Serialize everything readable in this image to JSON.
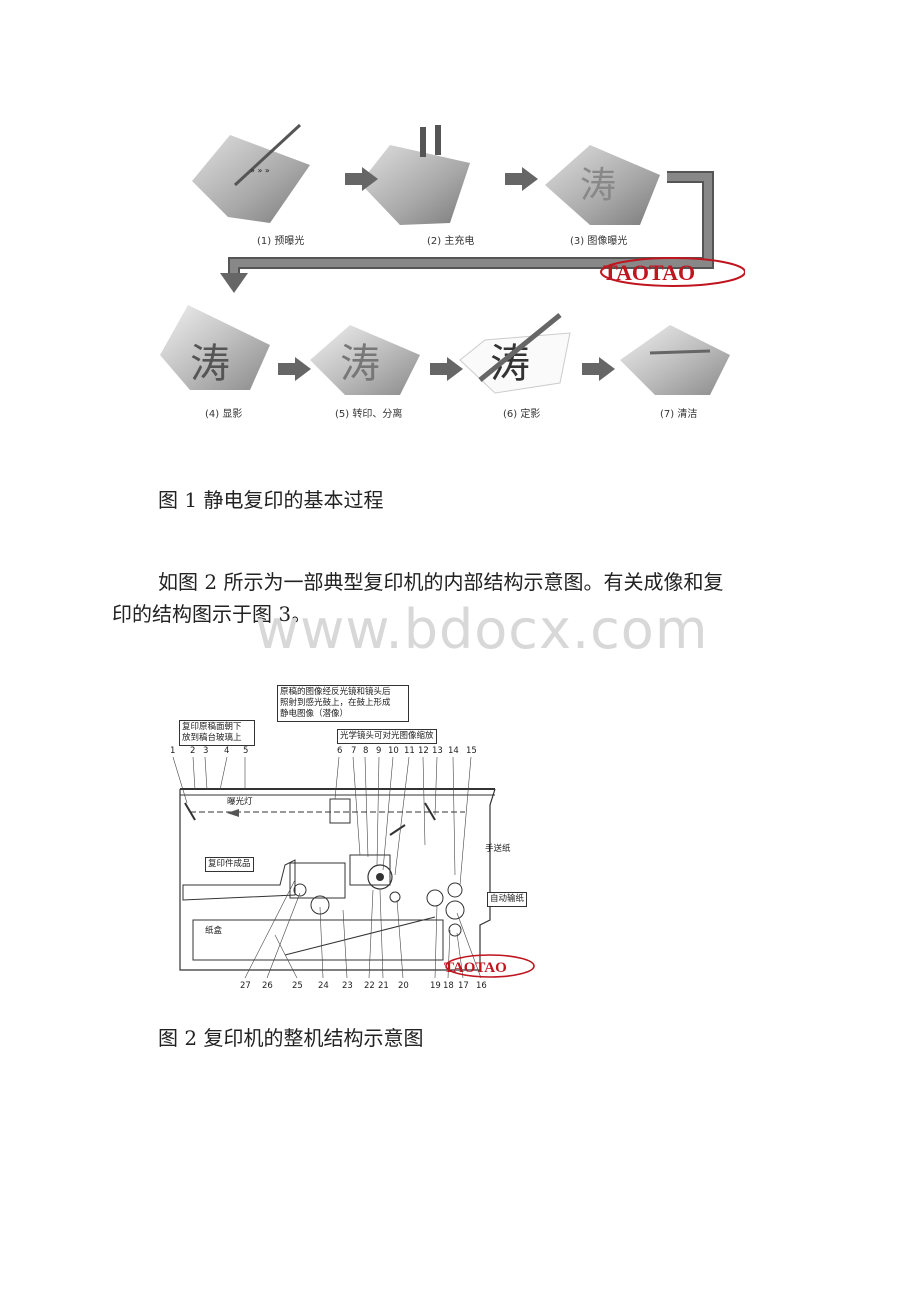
{
  "figure1": {
    "steps": [
      {
        "label": "(1) 预曝光"
      },
      {
        "label": "(2) 主充电"
      },
      {
        "label": "(3) 图像曝光"
      },
      {
        "label": "(4) 显影"
      },
      {
        "label": "(5) 转印、分离"
      },
      {
        "label": "(6) 定影"
      },
      {
        "label": "(7) 清洁"
      }
    ],
    "logo": "TAOTAO",
    "caption": "图 1 静电复印的基本过程"
  },
  "paragraph": {
    "line1": "如图 2 所示为一部典型复印机的内部结构示意图。有关成像和复",
    "line2": "印的结构图示于图 3。"
  },
  "watermark": "www.bdocx.com",
  "figure2": {
    "notes": {
      "original": "复印原稿面朝下\n放到稿台玻璃上",
      "image_path": "原稿的图像经反光镜和镜头后\n照射到感光鼓上，在鼓上形成\n静电图像（潜像）",
      "lens": "光学镜头可对光图像缩放",
      "lamp": "曝光灯",
      "output": "复印件成品",
      "manual": "手送纸",
      "auto": "自动输纸",
      "tray": "纸盒"
    },
    "top_numbers": [
      "1",
      "2",
      "3",
      "4",
      "5",
      "6",
      "7",
      "8",
      "9",
      "10",
      "11",
      "12",
      "13",
      "14",
      "15"
    ],
    "bottom_numbers": [
      "27",
      "26",
      "25",
      "24",
      "23",
      "22",
      "21",
      "20",
      "19",
      "18",
      "17",
      "16"
    ],
    "logo": "TAOTAO",
    "caption": "图 2 复印机的整机结构示意图"
  }
}
